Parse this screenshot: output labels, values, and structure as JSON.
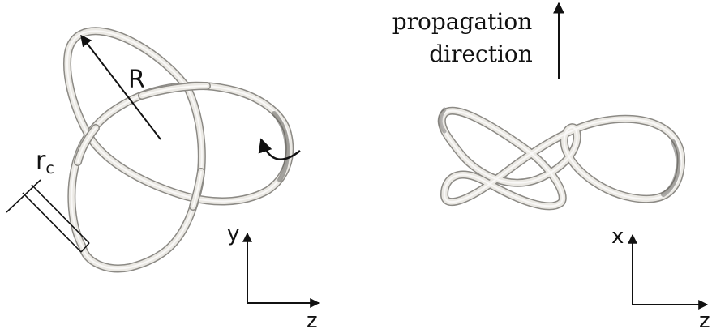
{
  "labels": {
    "radius": "R",
    "core_radius_base": "r",
    "core_radius_sub": "c",
    "propagation_line1": "propagation",
    "propagation_line2": "direction",
    "left_axis_vertical": "y",
    "left_axis_horizontal": "z",
    "right_axis_vertical": "x",
    "right_axis_horizontal": "z"
  },
  "colors": {
    "tube_outline": "#8c8a85",
    "tube_fill": "#ebe9e4",
    "tube_highlight": "#fbfaf8",
    "ink": "#111111"
  }
}
